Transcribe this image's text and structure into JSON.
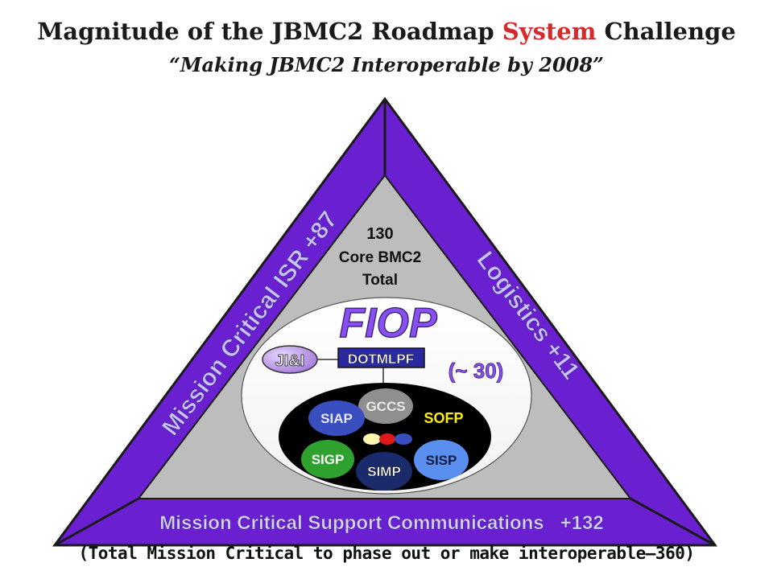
{
  "header": {
    "title_part1": "Magnitude of the JBMC2 Roadmap ",
    "title_highlight": "System",
    "title_part2": " Challenge",
    "subtitle": "“Making JBMC2 Interoperable by 2008”"
  },
  "triangle": {
    "left_side": "Mission Critical ISR +87",
    "right_side": "Logistics +11",
    "bottom_side": "Mission Critical Support Communications   +132"
  },
  "core": {
    "count": "130",
    "line2": "Core BMC2",
    "line3": "Total"
  },
  "fiop": {
    "label": "FIOP",
    "jii": "JI&I",
    "dotmlpf": "DOTMLPF",
    "approx": "(~ 30)"
  },
  "programs": {
    "gccs": "GCCS",
    "siap": "SIAP",
    "sofp": "SOFP",
    "sigp": "SIGP",
    "simp": "SIMP",
    "sisp": "SISP"
  },
  "footer": "(Total Mission Critical to phase out or make interoperable–360)",
  "colors": {
    "purple": "#6a1fd0",
    "gray_fill": "#bdbdbd",
    "title_red": "#d62a2a",
    "sofp_yellow": "#ffee00",
    "sigp_green": "#2fa12f",
    "siap_blue": "#3a4fbf",
    "gccs_gray": "#8f8f8f",
    "simp_navy": "#1a2a6a",
    "sisp_lightblue": "#5a8ff0"
  }
}
